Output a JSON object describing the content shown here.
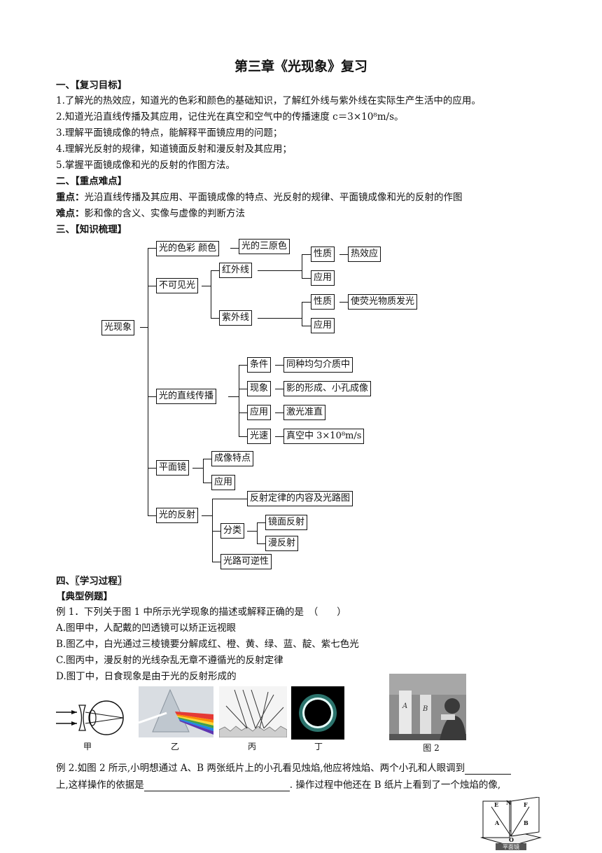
{
  "title": "第三章《光现象》复习",
  "sections": {
    "goals_heading": "一、【复习目标】",
    "goals": [
      "1.了解光的热效应，知道光的色彩和颜色的基础知识，了解红外线与紫外线在实际生产生活中的应用。",
      "2.知道光沿直线传播及其应用，记住光在真空和空气中的传播速度 c＝3×10⁸m/s。",
      "3.理解平面镜成像的特点，能解释平面镜应用的问题；",
      "4.理解光反射的规律，知道镜面反射和漫反射及其应用；",
      "5.掌握平面镜成像和光的反射的作图方法。"
    ],
    "key_heading": "二、【重点难点】",
    "key_label": "重点：",
    "key_text": "光沿直线传播及其应用、平面镜成像的特点、光反射的规律、平面镜成像和光的反射的作图",
    "hard_label": "难点：",
    "hard_text": "影和像的含义、实像与虚像的判断方法",
    "map_heading": "三、【知识梳理】",
    "process_heading": "四、〖学习过程〗",
    "examples_heading": "【典型例题】"
  },
  "mindmap": {
    "root": "光现象",
    "color": "光的色彩 颜色",
    "three_primary": "光的三原色",
    "invisible": "不可见光",
    "infrared": "红外线",
    "ir_property": "性质",
    "ir_property_value": "热效应",
    "ir_use": "应用",
    "ultraviolet": "紫外线",
    "uv_property": "性质",
    "uv_property_value": "使荧光物质发光",
    "uv_use": "应用",
    "straight": "光的直线传播",
    "cond": "条件",
    "cond_value": "同种均匀介质中",
    "phen": "现象",
    "phen_value": "影的形成、小孔成像",
    "app": "应用",
    "app_value": "激光准直",
    "speed": "光速",
    "speed_value": "真空中 3×10⁸m/s",
    "mirror": "平面镜",
    "mirror_feature": "成像特点",
    "mirror_use": "应用",
    "reflection": "光的反射",
    "law": "反射定律的内容及光路图",
    "classify": "分类",
    "specular": "镜面反射",
    "diffuse": "漫反射",
    "reversible": "光路可逆性"
  },
  "example1": {
    "question": "例 1．下列关于图 1 中所示光学现象的描述或解释正确的是　（　　）",
    "options": [
      "A.图甲中，人配戴的凹透镜可以矫正远视眼",
      "B.图乙中，白光通过三棱镜要分解成红、橙、黄、绿、蓝、靛、紫七色光",
      "C.图丙中，漫反射的光线杂乱无章不遵循光的反射定律",
      "D.图丁中，日食现象是由于光的反射形成的"
    ],
    "captions": [
      "甲",
      "乙",
      "丙",
      "丁"
    ],
    "fig2_caption": "图 2",
    "fig2_labels": [
      "A",
      "B"
    ]
  },
  "example2": {
    "part1": "例 2.如图 2 所示,小明想通过 A、B 两张纸片上的小孔看见烛焰,他应将烛焰、两个小孔和人眼调到",
    "part2": "上,这样操作的依据是",
    "part3": ". 操作过程中他还在 B 纸片上看到了一个烛焰的像,"
  },
  "mirror_fig": {
    "labels": [
      "E",
      "N",
      "F",
      "A",
      "B",
      "O"
    ],
    "caption": "平面镜"
  }
}
